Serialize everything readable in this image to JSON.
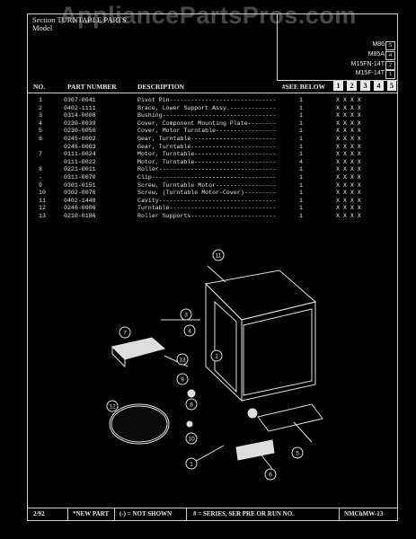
{
  "watermark": "AppliancePartsPros.com",
  "section": {
    "line1": "Section  TURNTABLE PARTS",
    "line2": "Model"
  },
  "models": [
    {
      "name": "M86",
      "num": "5"
    },
    {
      "name": "M85A",
      "num": "4"
    },
    {
      "name": "M15FN-14T",
      "num": "2"
    },
    {
      "name": "M15F-14T",
      "num": "1"
    }
  ],
  "header": {
    "no": "NO.",
    "part": "PART NUMBER",
    "desc": "DESCRIPTION",
    "see": "#SEE BELOW",
    "cols": [
      "1",
      "2",
      "3",
      "4",
      "5"
    ]
  },
  "parts": [
    {
      "no": "1",
      "part": "0307-0041",
      "desc": "Pivot Pin------------------------------",
      "qty": "1",
      "marks": "X  X  X  X"
    },
    {
      "no": "2",
      "part": "0402-1111",
      "desc": "Brace, Lower Support Assy.-------------",
      "qty": "1",
      "marks": "X  X  X  X"
    },
    {
      "no": "3",
      "part": "0314-0008",
      "desc": "Bushing--------------------------------",
      "qty": "1",
      "marks": "X  X  X  X"
    },
    {
      "no": "4",
      "part": "0230-0039",
      "desc": "Cover, Component Mounting Plate--------",
      "qty": "1",
      "marks": "X  X  X  X"
    },
    {
      "no": "5",
      "part": "0230-0050",
      "desc": "Cover, Motor Turntable-----------------",
      "qty": "1",
      "marks": "X  X  X  X"
    },
    {
      "no": "6",
      "part": "0245-0002",
      "desc": "Gear, Turntable------------------------",
      "qty": "1",
      "marks": "X  X  X  X"
    },
    {
      "no": "",
      "part": "0245-0003",
      "desc": "Gear, Turntable------------------------",
      "qty": "1",
      "marks": "X  X  X  X"
    },
    {
      "no": "7",
      "part": "0111-0024",
      "desc": "Motor, Turntable-----------------------",
      "qty": "1",
      "marks": "X  X  X  X"
    },
    {
      "no": "",
      "part": "0111-0022",
      "desc": "Motor, Turntable-----------------------",
      "qty": "4",
      "marks": "X  X  X  X"
    },
    {
      "no": "8",
      "part": "0221-0011",
      "desc": "Roller---------------------------------",
      "qty": "1",
      "marks": "X  X  X  X"
    },
    {
      "no": "-",
      "part": "0311-0070",
      "desc": "Clip-----------------------------------",
      "qty": "1",
      "marks": "X  X  X  X"
    },
    {
      "no": "9",
      "part": "0301-0151",
      "desc": "Screw, Turntable Motor-----------------",
      "qty": "1",
      "marks": "X  X  X  X"
    },
    {
      "no": "10",
      "part": "0302-0076",
      "desc": "Screw, (Turntable Motor-Cover)---------",
      "qty": "1",
      "marks": "X  X  X  X"
    },
    {
      "no": "11",
      "part": "0402-1448",
      "desc": "Cavity---------------------------------",
      "qty": "1",
      "marks": "X  X  X  X"
    },
    {
      "no": "12",
      "part": "0246-0006",
      "desc": "Turntable------------------------------",
      "qty": "1",
      "marks": "X  X  X  X"
    },
    {
      "no": "13",
      "part": "0210-0186",
      "desc": "Roller Supports------------------------",
      "qty": "1",
      "marks": "X  X  X  X"
    }
  ],
  "callouts": [
    "11",
    "3",
    "4",
    "7",
    "2",
    "13",
    "9",
    "8",
    "12",
    "10",
    "6",
    "5",
    "1"
  ],
  "footer": {
    "date": "2/92",
    "new_part": "*NEW PART",
    "not_shown": "(-) = NOT SHOWN",
    "series": "# = SERIES, SER PRE OR RUN NO.",
    "code": "NMChMW-13"
  }
}
